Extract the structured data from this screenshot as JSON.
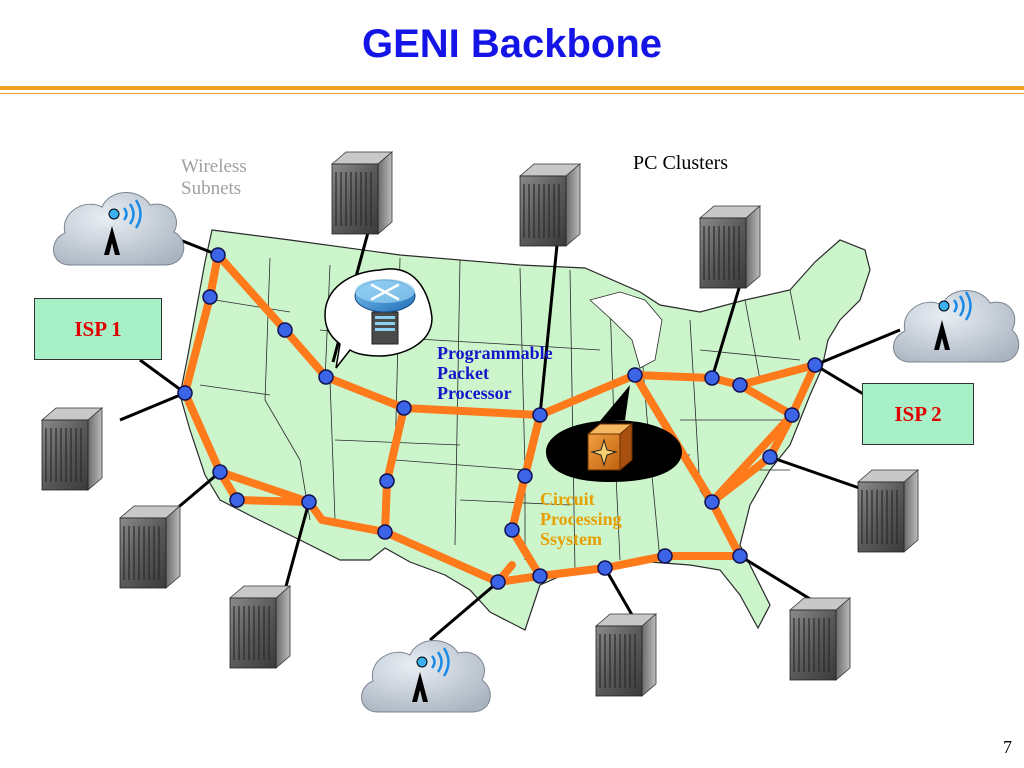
{
  "slide": {
    "title": "GENI Backbone",
    "page_number": "7"
  },
  "labels": {
    "wireless_line1": "Wireless",
    "wireless_line2": "Subnets",
    "pc_clusters": "PC Clusters",
    "ppp_line1": "Programmable",
    "ppp_line2": "Packet",
    "ppp_line3": "Processor",
    "cps_line1": "Circuit",
    "cps_line2": "Processing",
    "cps_line3": "Ssystem",
    "isp1": "ISP 1",
    "isp2": "ISP 2"
  },
  "colors": {
    "title": "#1414e6",
    "backbone": "#ff7a1a",
    "node": "#3c64e6",
    "map_fill": "#ccf5cc",
    "isp_fill": "#a8f0c8",
    "isp_text": "#e00000",
    "ppp_text": "#1414c8",
    "cps_text": "#e8a000",
    "wireless_text": "#a0a0a0"
  },
  "icons": {
    "server": "pc-cluster-server-icon",
    "cloud": "wireless-cloud-icon",
    "antenna": "antenna-icon",
    "router": "router-icon",
    "circuit": "circuit-switch-icon"
  }
}
